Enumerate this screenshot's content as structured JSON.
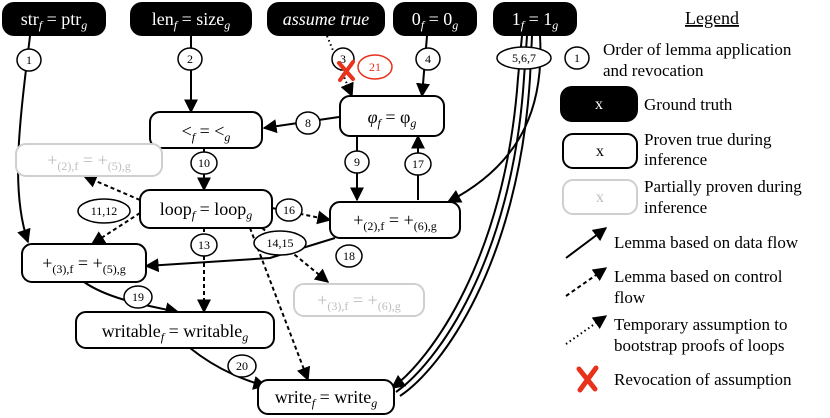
{
  "nodes": {
    "str": {
      "text": "str",
      "sub": "f",
      "mid": " = ptr",
      "sub2": "g",
      "style": "ground"
    },
    "len": {
      "text": "len",
      "sub": "f",
      "mid": " = size",
      "sub2": "g",
      "style": "ground"
    },
    "assume": {
      "text": "assume true",
      "style": "ground"
    },
    "zero": {
      "text": "0",
      "sub": "f",
      "mid": " = 0",
      "sub2": "g",
      "style": "ground"
    },
    "one": {
      "text": "1",
      "sub": "f",
      "mid": " = 1",
      "sub2": "g",
      "style": "ground"
    },
    "lt": {
      "text": "<",
      "sub": "f",
      "mid": " = <",
      "sub2": "g",
      "style": "proven"
    },
    "phi": {
      "text": "φ",
      "sub": "f",
      "mid": " = φ",
      "sub2": "g",
      "style": "proven"
    },
    "plus25": {
      "text": "+",
      "sub": "(2),f",
      "mid": " = +",
      "sub2": "(5),g",
      "style": "partial"
    },
    "loop": {
      "text": "loop",
      "sub": "f",
      "mid": " = loop",
      "sub2": "g",
      "style": "proven"
    },
    "plus26": {
      "text": "+",
      "sub": "(2),f",
      "mid": " = +",
      "sub2": "(6),g",
      "style": "proven"
    },
    "plus35": {
      "text": "+",
      "sub": "(3),f",
      "mid": " = +",
      "sub2": "(5),g",
      "style": "proven"
    },
    "plus36": {
      "text": "+",
      "sub": "(3),f",
      "mid": " = +",
      "sub2": "(6),g",
      "style": "partial"
    },
    "writable": {
      "text": "writable",
      "sub": "f",
      "mid": " = writable",
      "sub2": "g",
      "style": "proven"
    },
    "write": {
      "text": "write",
      "sub": "f",
      "mid": " = write",
      "sub2": "g",
      "style": "proven"
    }
  },
  "step_labels": {
    "s1": "1",
    "s2": "2",
    "s3": "3",
    "s4": "4",
    "s567": "5,6,7",
    "s8": "8",
    "s9": "9",
    "s10": "10",
    "s1112": "11,12",
    "s13": "13",
    "s1415": "14,15",
    "s16": "16",
    "s17": "17",
    "s18": "18",
    "s19": "19",
    "s20": "20",
    "s21": "21"
  },
  "legend": {
    "title": "Legend",
    "order_marker": "1",
    "order_text_1": "Order of lemma application",
    "order_text_2": "and revocation",
    "ground_marker": "x",
    "ground_text": "Ground truth",
    "proven_marker": "x",
    "proven_text_1": "Proven true during",
    "proven_text_2": "inference",
    "partial_marker": "x",
    "partial_text_1": "Partially proven during",
    "partial_text_2": "inference",
    "dataflow_text": "Lemma based on data flow",
    "control_text_1": "Lemma based on control",
    "control_text_2": "flow",
    "temp_text_1": "Temporary assumption to",
    "temp_text_2": "bootstrap proofs of loops",
    "revoke_text": "Revocation of assumption"
  },
  "colors": {
    "ground_fill": "#000000",
    "ground_text": "#ffffff",
    "proven_stroke": "#000000",
    "partial_stroke": "#cfcfcf",
    "partial_text": "#bdbdbd",
    "revoke": "#e8321c",
    "revoke_step": "#e8321c"
  }
}
